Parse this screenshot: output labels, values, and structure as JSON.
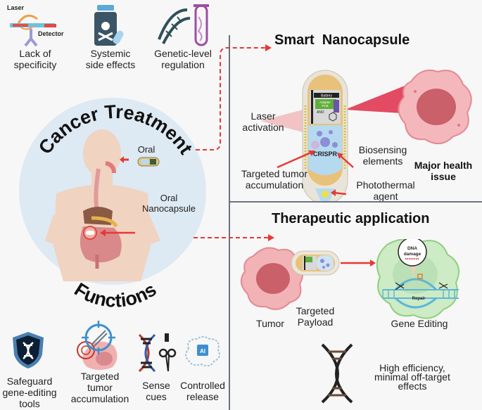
{
  "top_icons": [
    {
      "icon": "crispr-detector-icon",
      "label_line1": "Lack of",
      "label_line2": "specificity",
      "sub_labels": [
        "Laser",
        "Detector"
      ]
    },
    {
      "icon": "poison-bottle-icon",
      "label_line1": "Systemic",
      "label_line2": "side effects"
    },
    {
      "icon": "dna-test-tube-icon",
      "label_line1": "Genetic-level",
      "label_line2": "regulation"
    }
  ],
  "center": {
    "arc_top": "Cancer Treatment",
    "arc_bottom": "Functions",
    "oral_label": "Oral",
    "oral_nanocapsule_line1": "Oral",
    "oral_nanocapsule_line2": "Nanocapsule"
  },
  "functions": [
    {
      "icon": "shield-dna-icon",
      "lines": [
        "Safeguard",
        "gene-editing",
        "tools"
      ]
    },
    {
      "icon": "target-tumor-icon",
      "lines": [
        "Targeted",
        "tumor",
        "accumulation"
      ]
    },
    {
      "icon": "dna-scissors-icon",
      "lines": [
        "Sense",
        "cues"
      ]
    },
    {
      "icon": "ai-brain-icon",
      "lines": [
        "Controlled",
        "release"
      ]
    }
  ],
  "smart_nanocapsule": {
    "title": "Smart  Nanocapsule",
    "laser_line1": "Laser",
    "laser_line2": "activation",
    "crispr": "CRISPR",
    "battery": "Battery",
    "adapter_line1": "Adapter",
    "adapter_line2": "PCB",
    "and_gate": "AND",
    "biosensing_line1": "Biosensing",
    "biosensing_line2": "elements",
    "targeted_line1": "Targeted tumor",
    "targeted_line2": "accumulation",
    "photothermal_line1": "Photothermal",
    "photothermal_line2": "agent",
    "health_line1": "Major health",
    "health_line2": "issue"
  },
  "therapeutic": {
    "title": "Therapeutic application",
    "tumor": "Tumor",
    "payload_line1": "Targeted",
    "payload_line2": "Payload",
    "gene_editing": "Gene Editing",
    "dna_damage_line1": "DNA",
    "dna_damage_line2": "damage",
    "repair": "Repair",
    "efficiency_line1": "High efficiency,",
    "efficiency_line2": "minimal off-target",
    "efficiency_line3": "effects"
  },
  "colors": {
    "arrow_red": "#e53935",
    "circle_bg": "#dde9f3",
    "divider": "#6b7280",
    "tumor_pink": "#f0a8ae",
    "gene_green": "#cdebc5"
  }
}
